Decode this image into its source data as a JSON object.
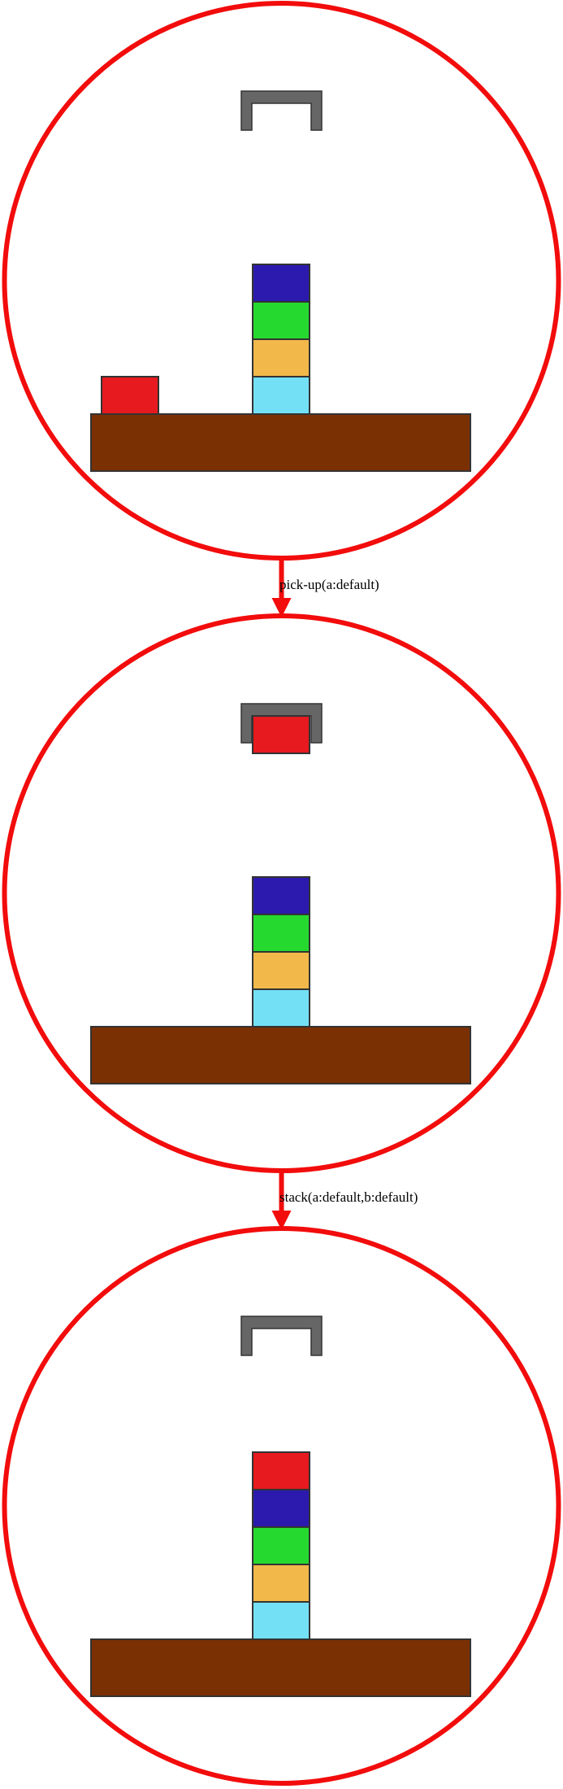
{
  "colors": {
    "state_circle": "#f20c0c",
    "transition_arrow": "#f20c0c",
    "table": "#7b3003",
    "gripper": "#666666",
    "block_outline": "#333333",
    "red": "#e61a1f",
    "navy": "#2b1aad",
    "green": "#26d92e",
    "orange": "#f2b84a",
    "cyan": "#73e0f5"
  },
  "states": [
    {
      "id": "s0",
      "holding": null,
      "stacks": [
        [
          "red"
        ],
        [
          "cyan",
          "orange",
          "green",
          "navy"
        ]
      ]
    },
    {
      "id": "s1",
      "holding": "red",
      "stacks": [
        [],
        [
          "cyan",
          "orange",
          "green",
          "navy"
        ]
      ]
    },
    {
      "id": "s2",
      "holding": null,
      "stacks": [
        [],
        [
          "cyan",
          "orange",
          "green",
          "navy",
          "red"
        ]
      ]
    }
  ],
  "transitions": [
    {
      "from": "s0",
      "to": "s1",
      "label": "pick-up(a:default)"
    },
    {
      "from": "s1",
      "to": "s2",
      "label": "stack(a:default,b:default)"
    }
  ]
}
